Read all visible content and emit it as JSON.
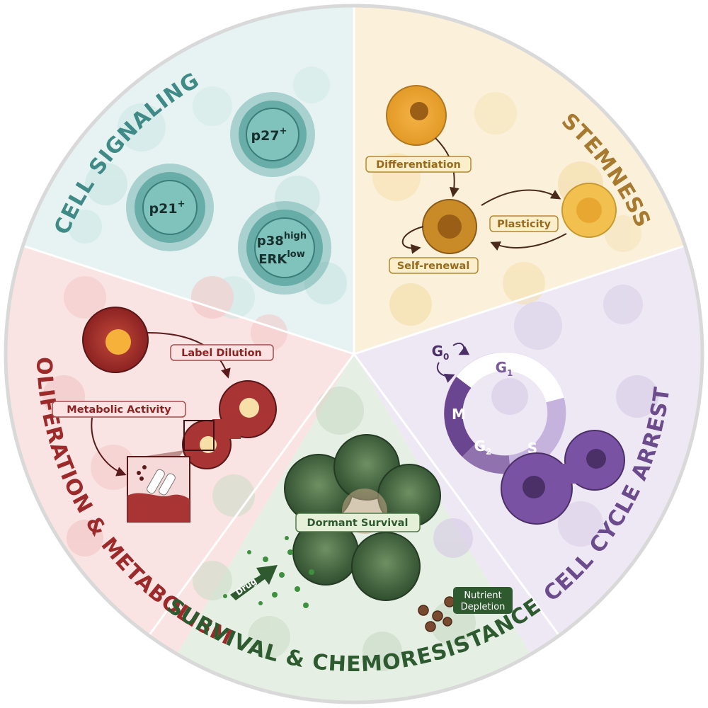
{
  "sections": {
    "cell_signaling": {
      "title": "CELL SIGNALING",
      "color": "#3f8a86"
    },
    "stemness": {
      "title": "STEMNESS",
      "color": "#a77a30"
    },
    "cell_cycle_arrest": {
      "title": "CELL CYCLE ARREST",
      "color": "#6b4b8c"
    },
    "survival": {
      "title": "SURVIVAL & CHEMORESISTANCE",
      "color": "#2e5a30"
    },
    "proliferation": {
      "title": "PROLIFERATION & METABOLISM",
      "color": "#9c2a2a"
    }
  },
  "signaling": {
    "p27": {
      "main": "p27",
      "sup": "+"
    },
    "p21": {
      "main": "p21",
      "sup": "+"
    },
    "p38": {
      "main": "p38",
      "sup": "high"
    },
    "erk": {
      "main": "ERK",
      "sup": "low"
    }
  },
  "stemness_labels": {
    "differentiation": "Differentiation",
    "plasticity": "Plasticity",
    "self_renewal": "Self-renewal"
  },
  "cycle": {
    "g0": {
      "main": "G",
      "sub": "0"
    },
    "g1": {
      "main": "G",
      "sub": "1"
    },
    "s": "S",
    "g2": {
      "main": "G",
      "sub": "2"
    },
    "m": "M"
  },
  "survival_labels": {
    "dormant_survival": "Dormant Survival",
    "drug": "Drug",
    "nutrient_line1": "Nutrient",
    "nutrient_line2": "Depletion"
  },
  "proliferation_labels": {
    "label_dilution": "Label Dilution",
    "metabolic_activity": "Metabolic Activity"
  }
}
